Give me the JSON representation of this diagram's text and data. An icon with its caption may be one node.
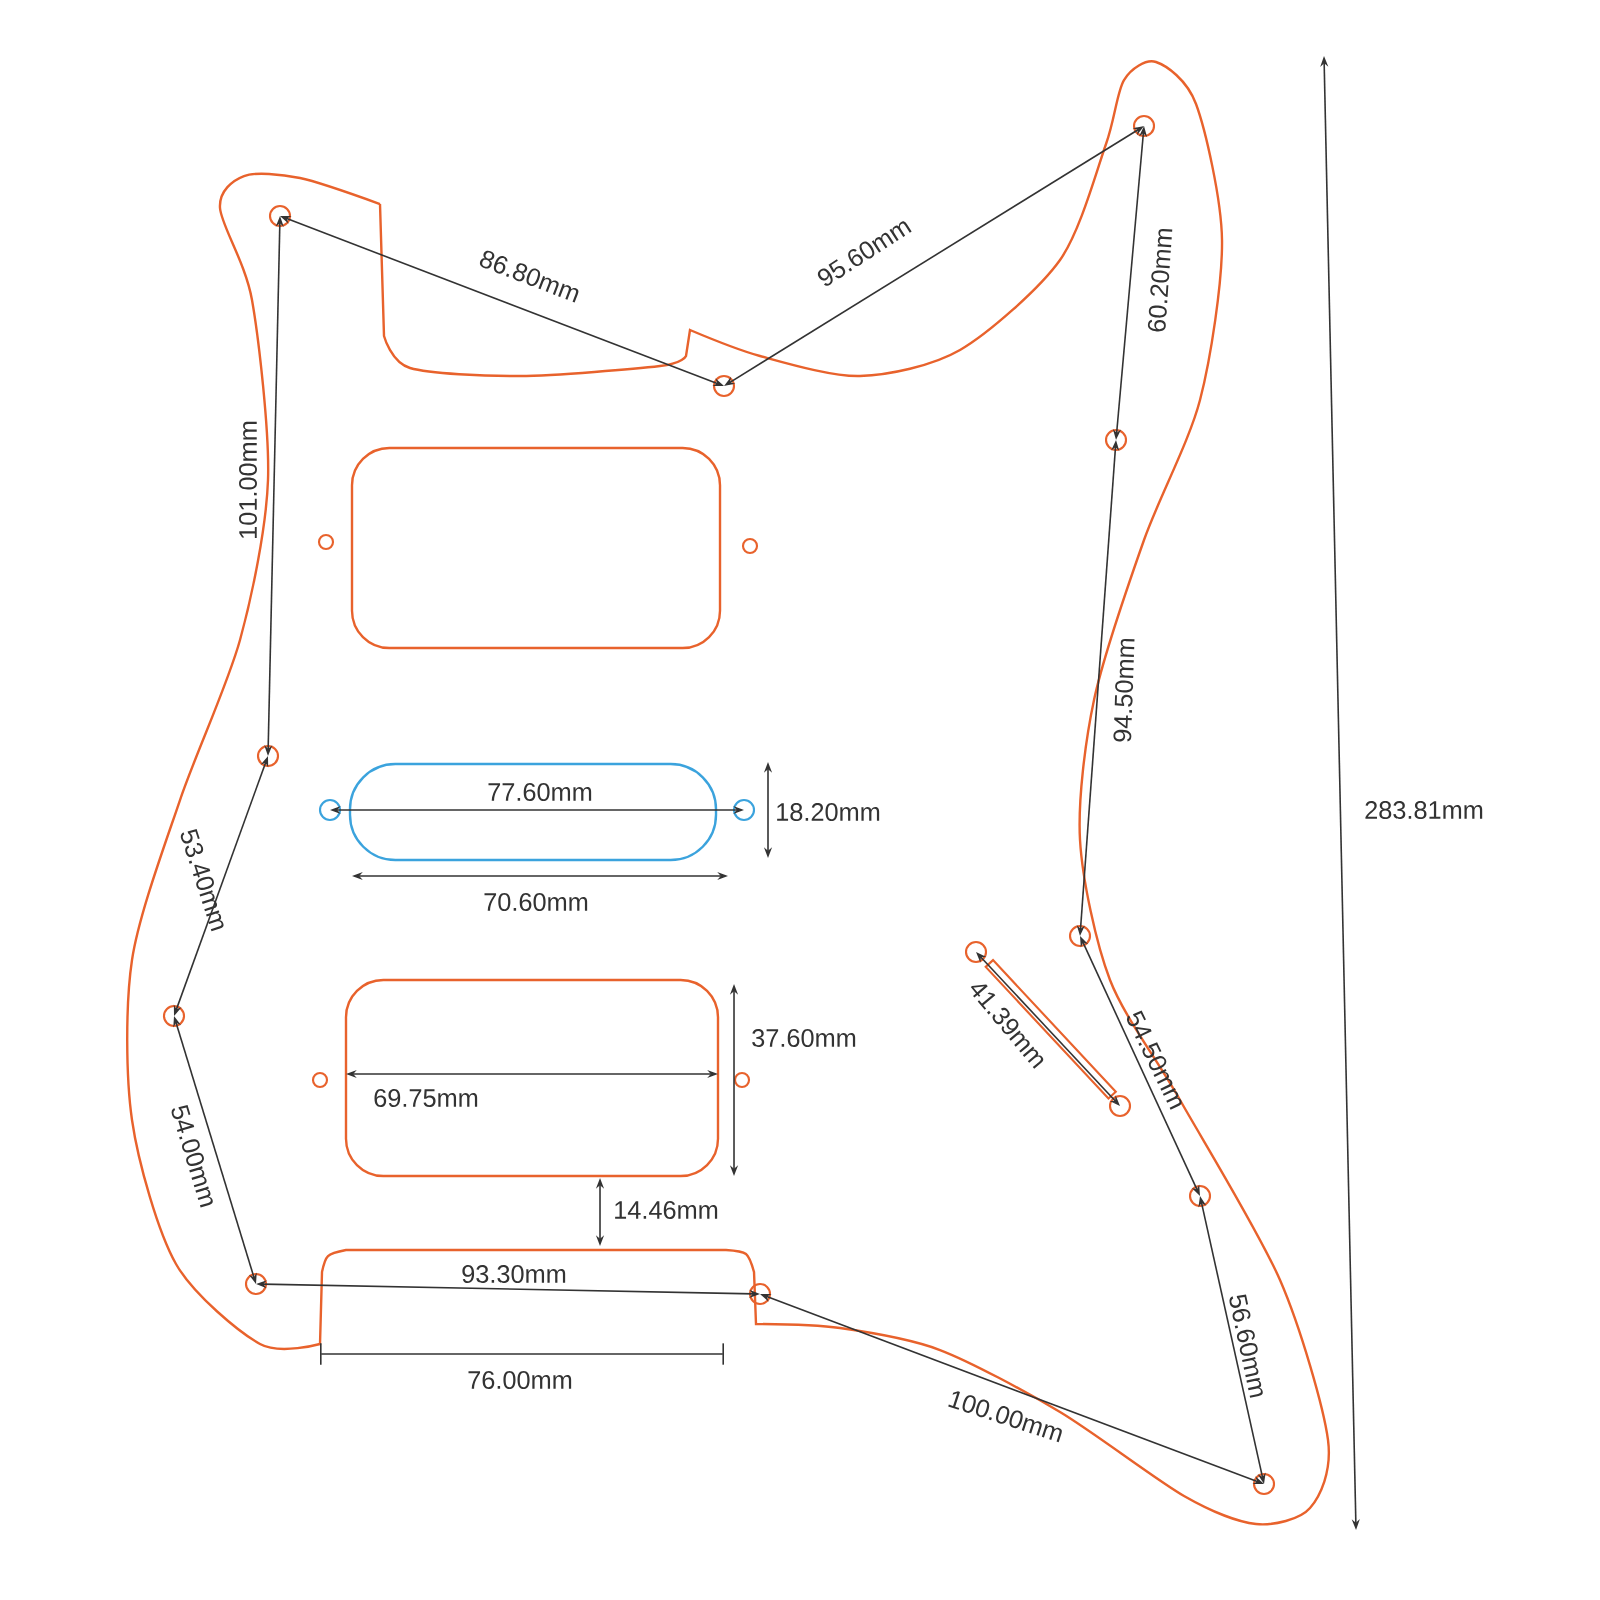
{
  "diagram": {
    "labels": [
      "86.80mm",
      "95.60mm",
      "60.20mm",
      "101.00mm",
      "94.50mm",
      "283.81mm",
      "77.60mm",
      "18.20mm",
      "70.60mm",
      "53.40mm",
      "41.39mm",
      "37.60mm",
      "54.50mm",
      "69.75mm",
      "54.00mm",
      "14.46mm",
      "93.30mm",
      "56.60mm",
      "76.00mm",
      "100.00mm"
    ]
  }
}
